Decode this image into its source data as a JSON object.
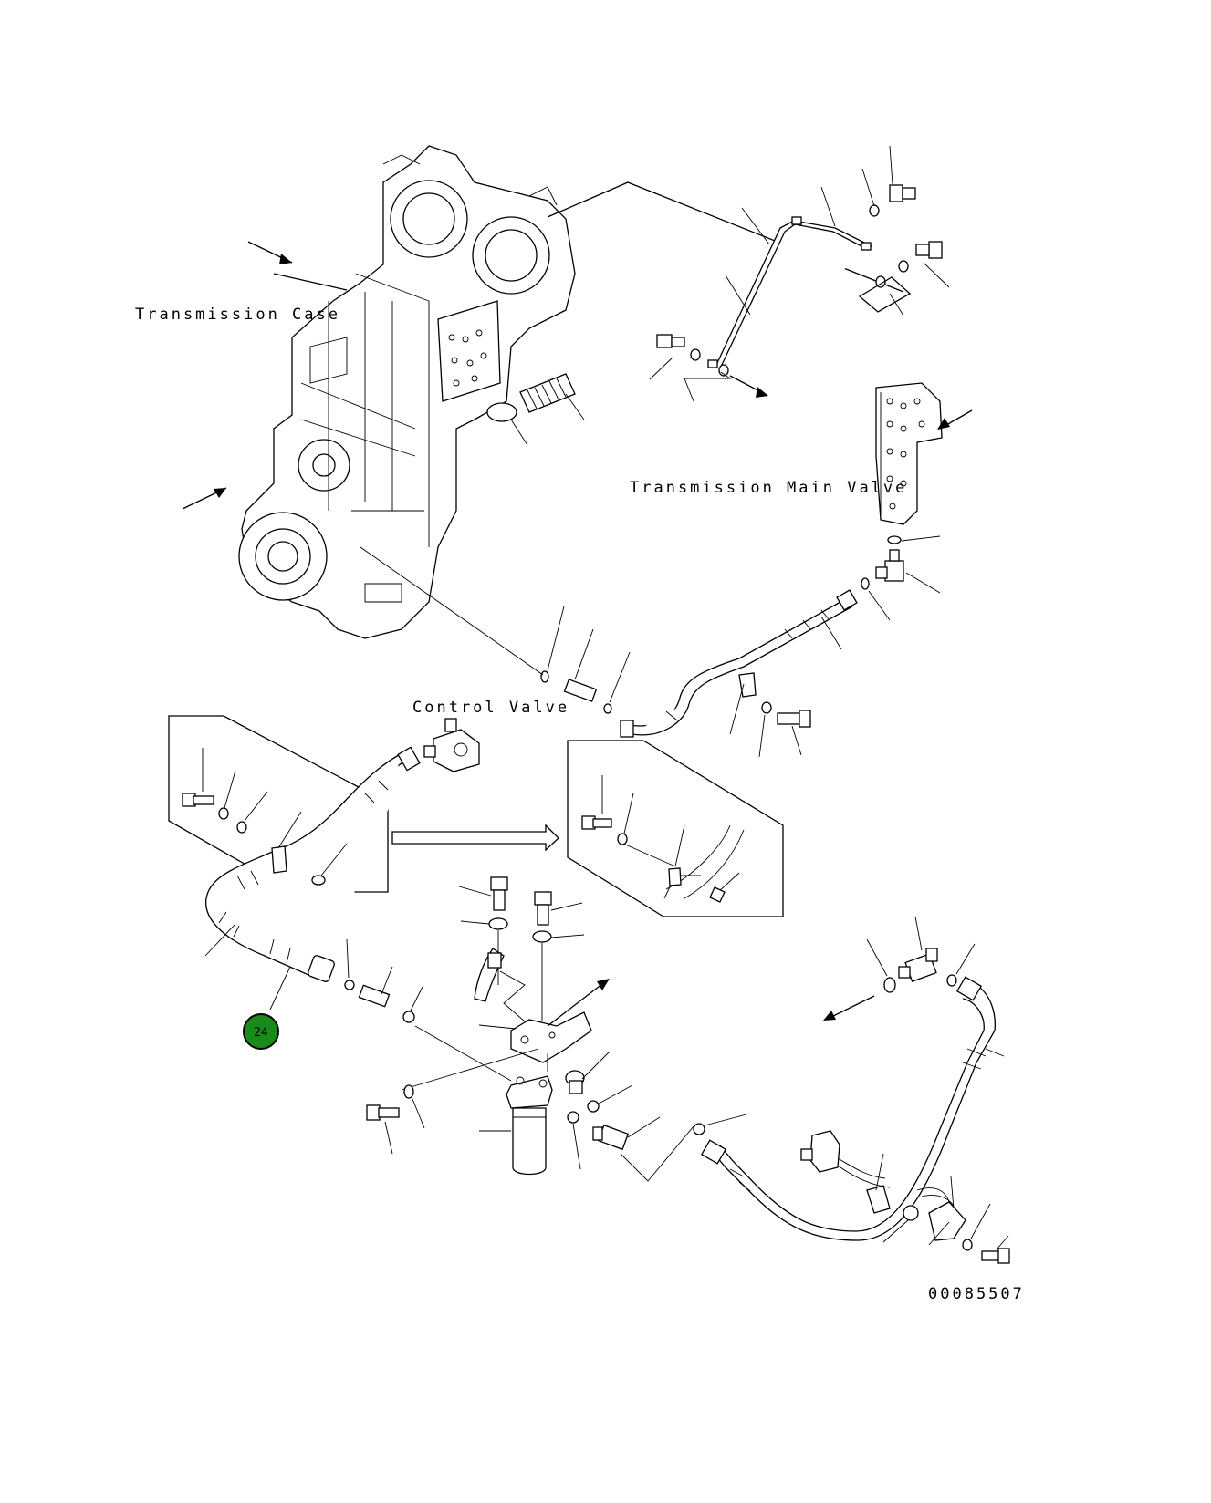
{
  "labels": {
    "transmission_case": "Transmission Case",
    "transmission_main_valve": "Transmission Main Valve",
    "control_valve": "Control Valve",
    "drawing_number": "00085507"
  },
  "badge": {
    "number": "24",
    "color": "#1a8a1a"
  },
  "colors": {
    "line": "#000000",
    "background": "#ffffff"
  }
}
